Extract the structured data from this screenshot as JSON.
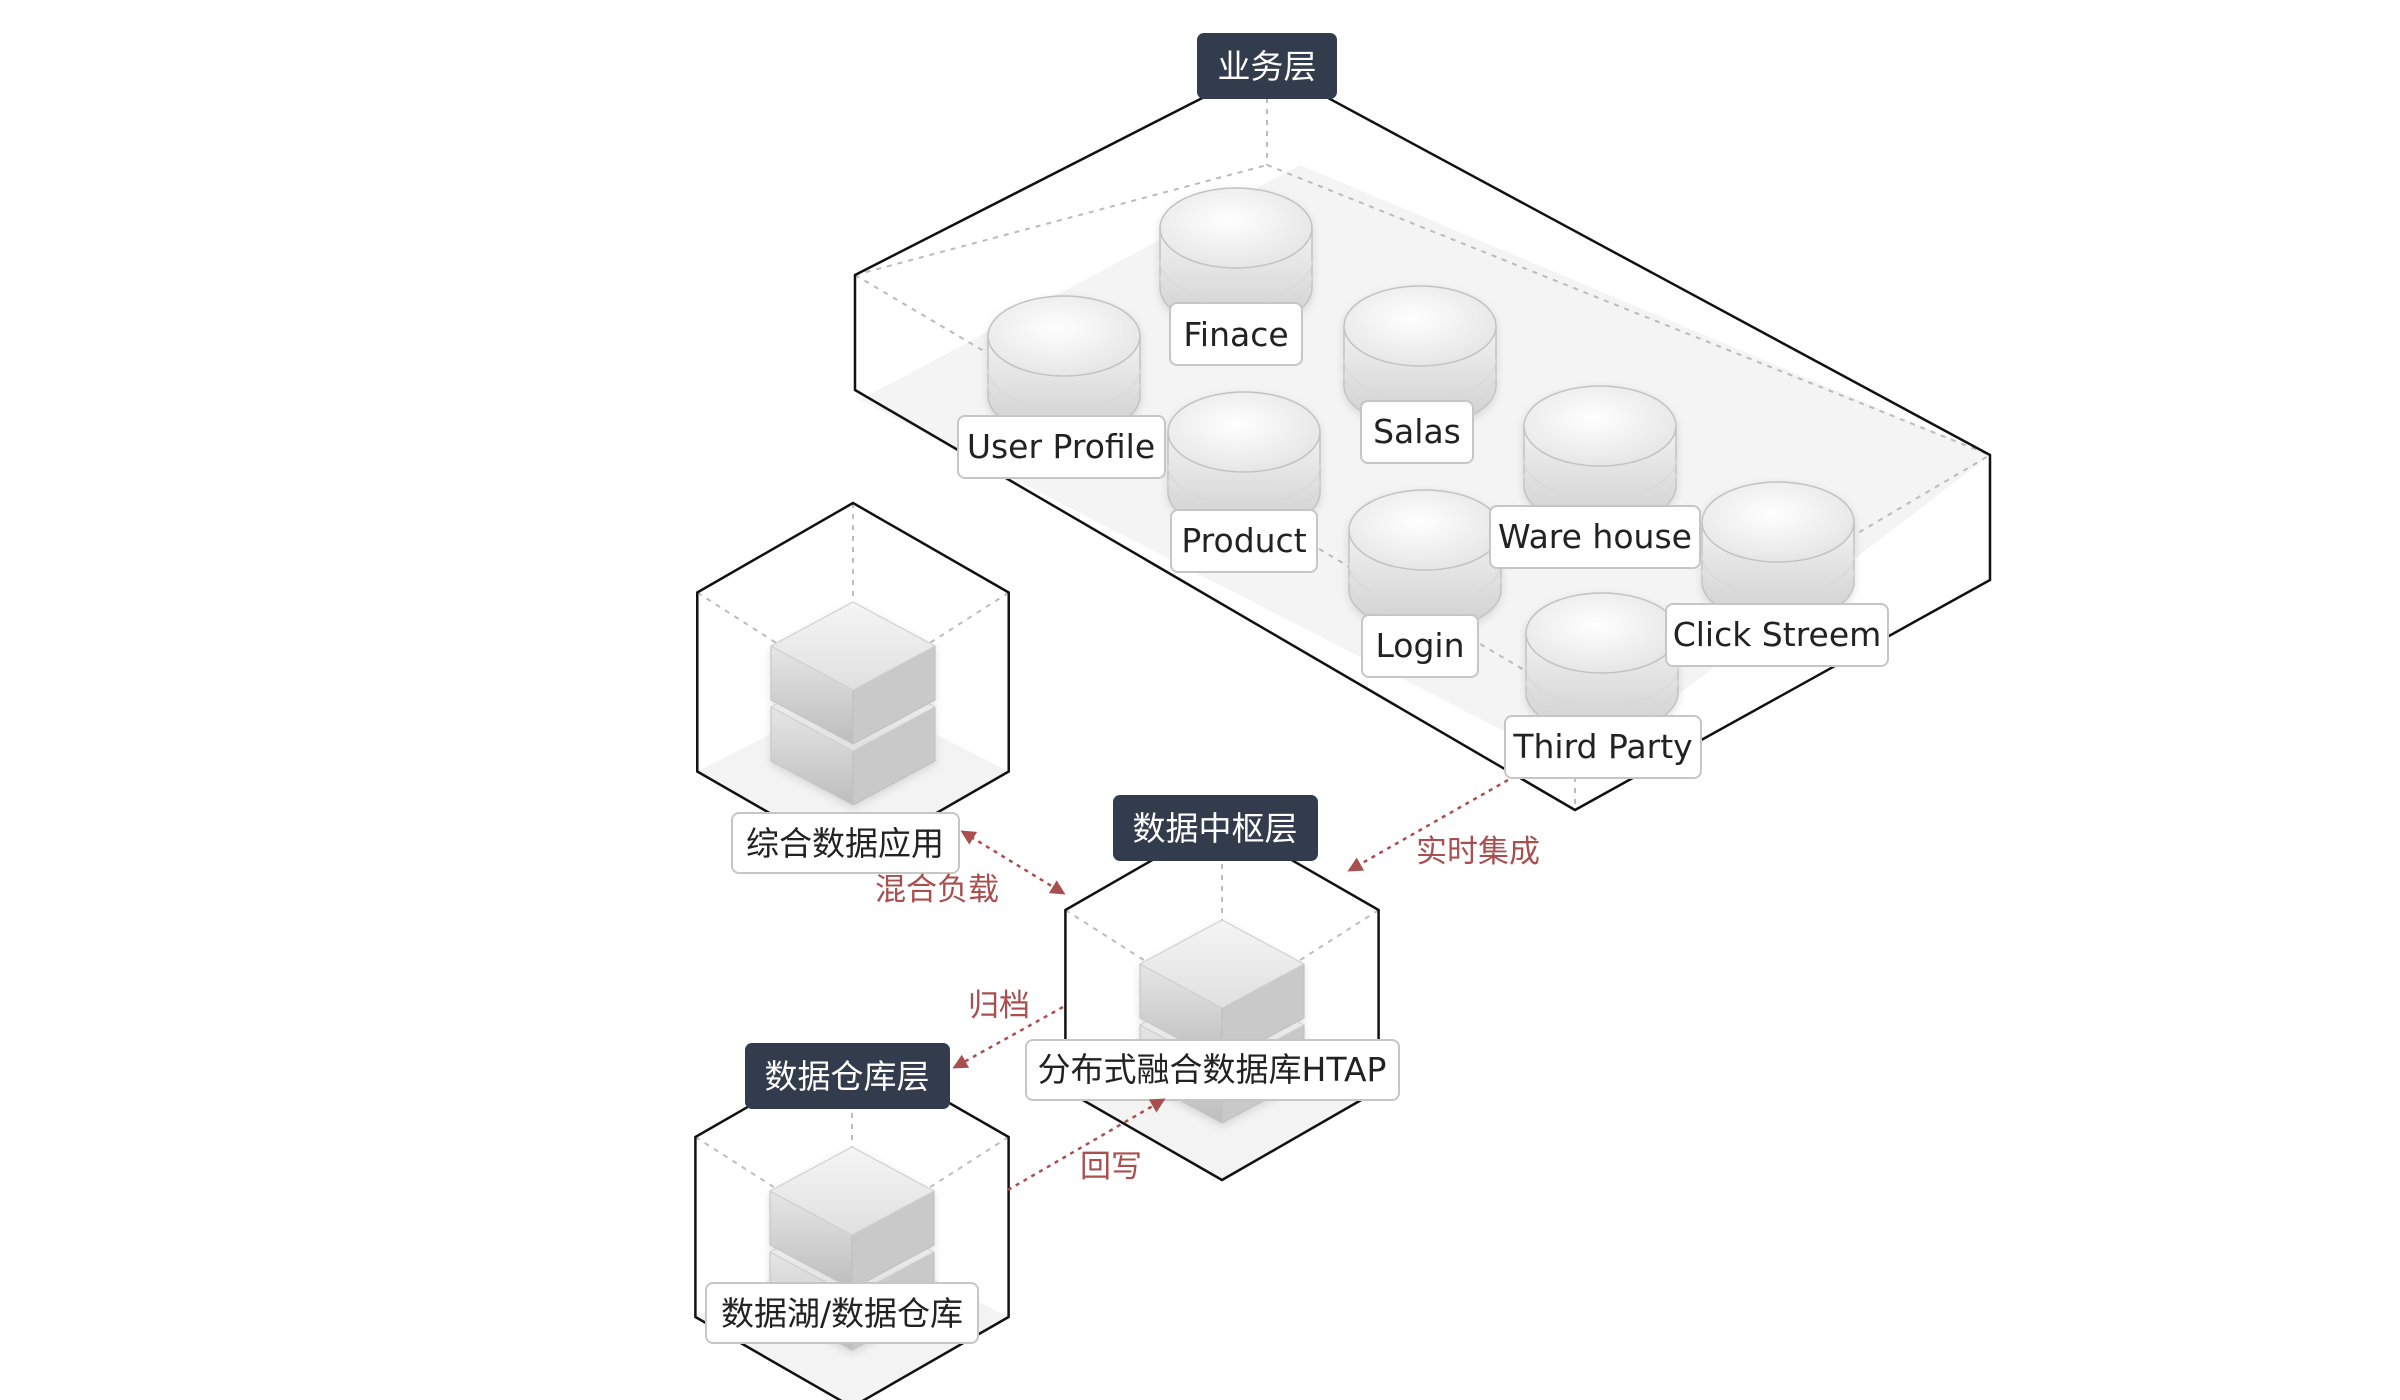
{
  "headers": {
    "business": "业务层",
    "hub": "数据中枢层",
    "warehouse": "数据仓库层"
  },
  "business_dbs": [
    {
      "key": "finace",
      "label": "Finace"
    },
    {
      "key": "user-profile",
      "label": "User Profile"
    },
    {
      "key": "salas",
      "label": "Salas"
    },
    {
      "key": "product",
      "label": "Product"
    },
    {
      "key": "ware-house",
      "label": "Ware house"
    },
    {
      "key": "login",
      "label": "Login"
    },
    {
      "key": "click-streem",
      "label": "Click Streem"
    },
    {
      "key": "third-party",
      "label": "Third Party"
    }
  ],
  "systems": {
    "apps": "综合数据应用",
    "htap": "分布式融合数据库HTAP",
    "lake": "数据湖/数据仓库"
  },
  "flows": {
    "realtime": "实时集成",
    "mixed": "混合负载",
    "archive": "归档",
    "writeback": "回写"
  },
  "colors": {
    "header_bg": "#333c4d",
    "header_text": "#ffffff",
    "flow": "#a94f4f",
    "outline": "#111111",
    "label_border": "#c6c6c6",
    "node_fill": "#e9e9e9"
  }
}
